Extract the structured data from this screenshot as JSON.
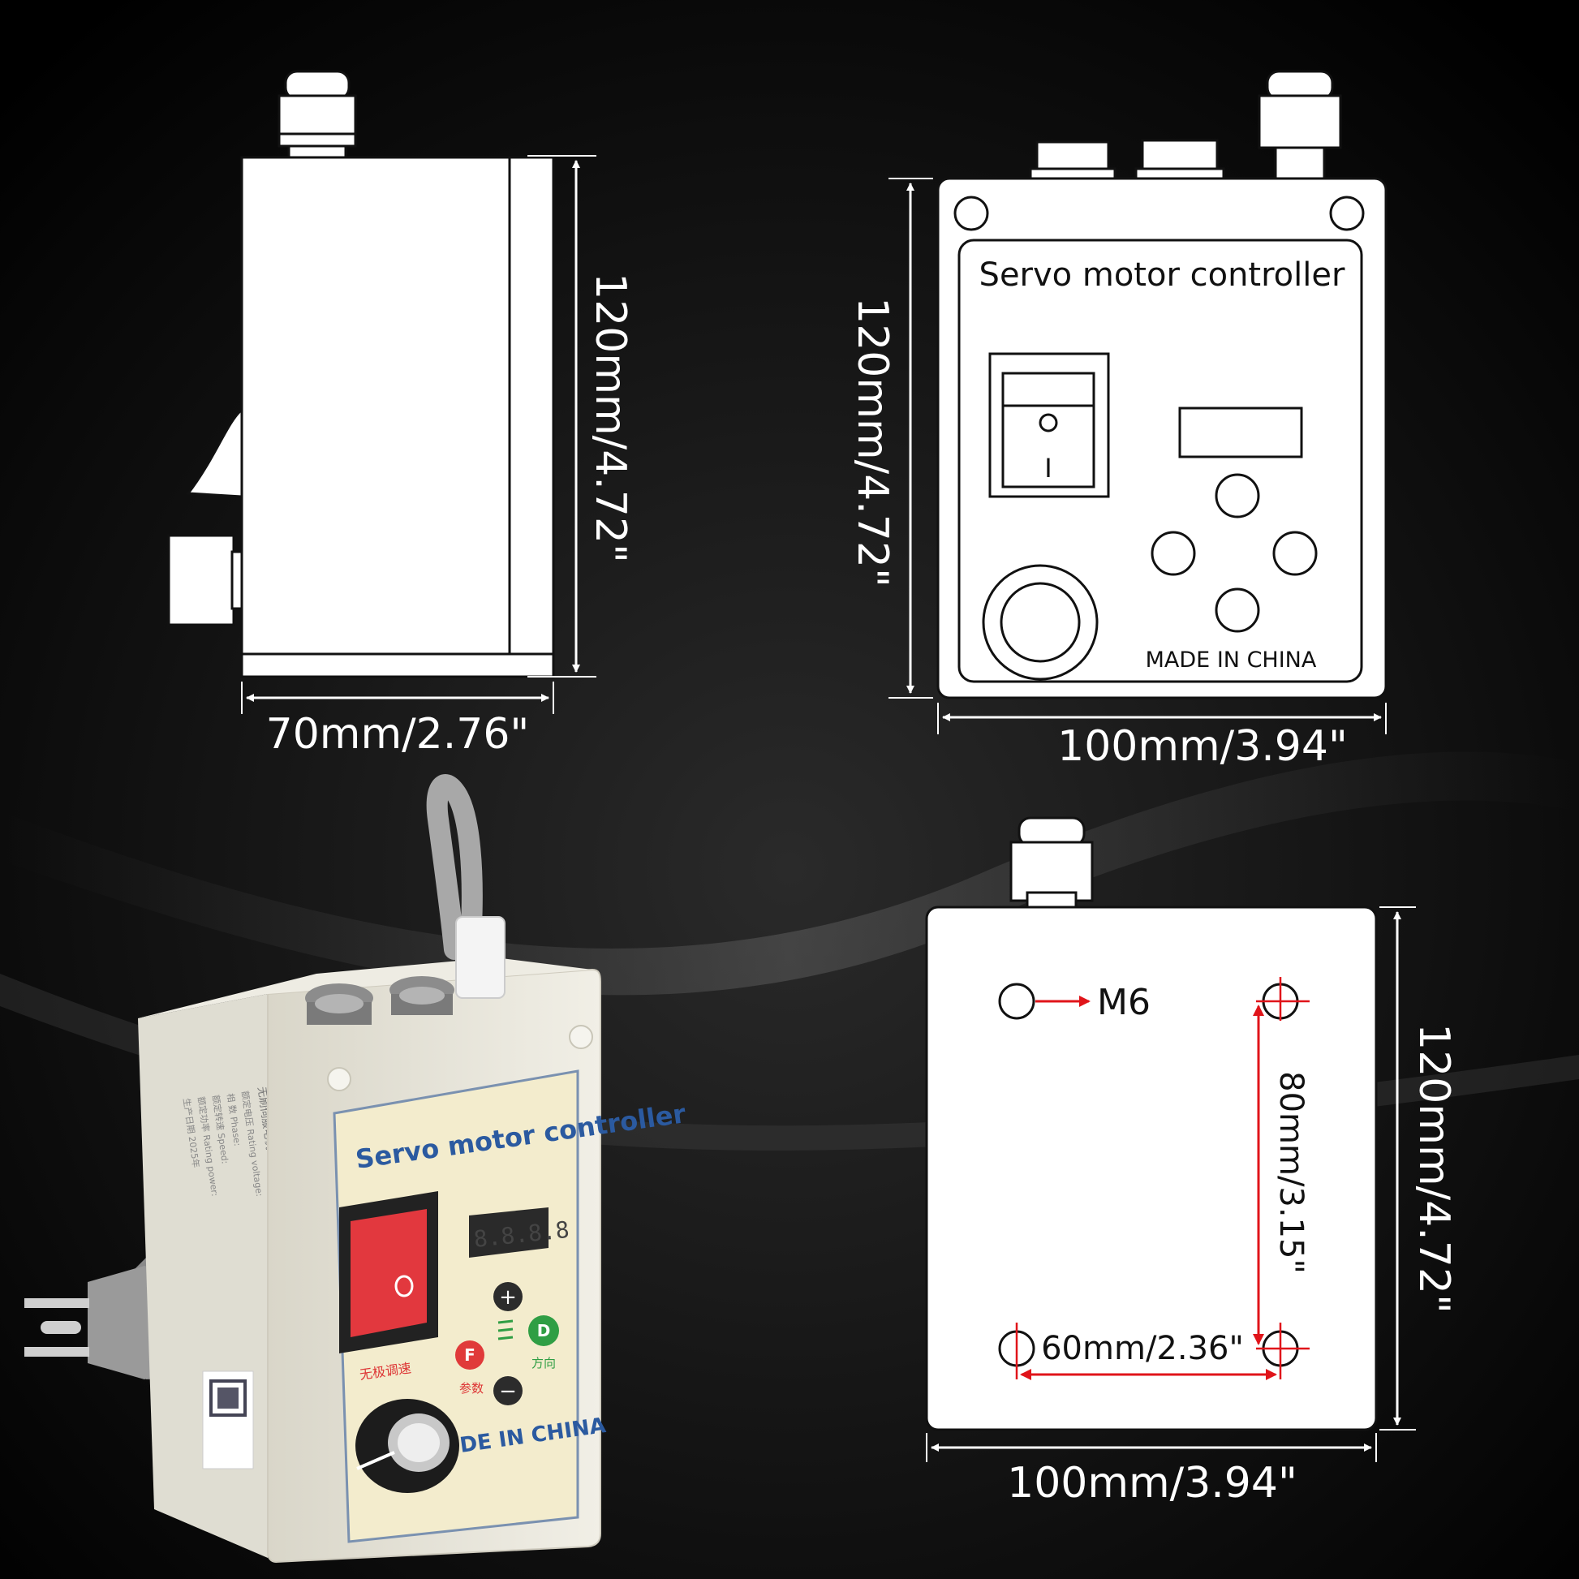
{
  "side_view": {
    "height_label": "120mm/4.72\"",
    "width_label": "70mm/2.76\""
  },
  "front_view": {
    "title": "Servo motor controller",
    "made_in": "MADE IN CHINA",
    "switch_symbol": "I",
    "height_label": "120mm/4.72\"",
    "width_label": "100mm/3.94\""
  },
  "back_view": {
    "hole_label": "M6",
    "hole_spacing_vertical": "80mm/3.15\"",
    "hole_spacing_horizontal": "60mm/2.36\"",
    "height_label": "120mm/4.72\"",
    "width_label": "100mm/3.94\""
  },
  "photo": {
    "title": "Servo motor controller",
    "made_in": "DE IN CHINA",
    "display_digits": "8.8.8.8",
    "button_plus": "+",
    "button_minus": "−",
    "button_f": "F",
    "button_d": "D",
    "knob_caption": "无极调速",
    "param_caption": "参数",
    "dir_caption": "方向",
    "side_label_title": "无刷伺服电机",
    "side_label_lines": [
      "额定电压 Rating voltage:",
      "相 数 Phase:",
      "额定转速 Speed:",
      "额定功率 Rating power:",
      "生产日期 2025年"
    ]
  },
  "colors": {
    "background": "#000000",
    "drawing": "#ffffff",
    "line": "#111111",
    "dimension": "#ffffff",
    "arrow_red": "#e0141a",
    "body_beige": "#ece9dc",
    "switch_red": "#e2383e",
    "label_blue": "#2b5aa0"
  }
}
